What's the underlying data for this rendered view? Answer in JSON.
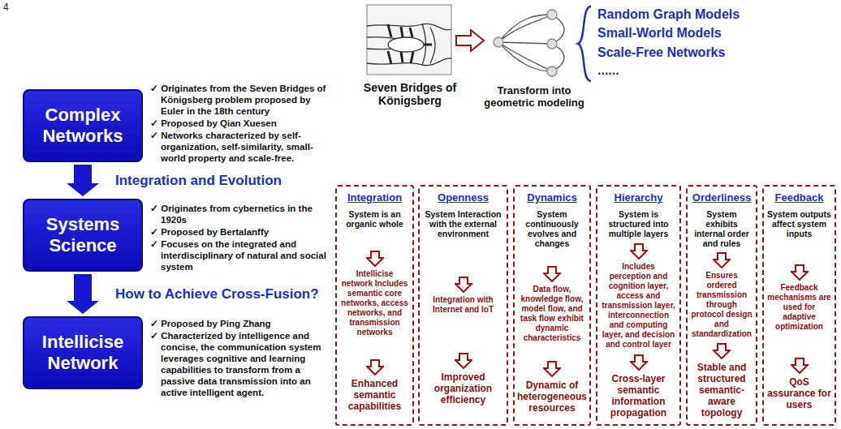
{
  "diagram": {
    "nodes": [
      {
        "text": [
          "Complex Networks"
        ]
      },
      {
        "text": [
          "Systems Science"
        ]
      },
      {
        "text": [
          "Intellicise Network"
        ]
      },
      {
        "text": [
          "Integration",
          "System is an organic whole",
          "Intellicise network Includes semantic core networks, access networks, and transmission networks",
          "Enhanced semantic capabilities"
        ]
      },
      {
        "text": [
          "Openness",
          "System Interaction with the external environment",
          "Integration with Internet and IoT",
          "Improved organization efficiency"
        ]
      },
      {
        "text": [
          "Dynamics",
          "System continuously evolves and changes",
          "Data flow, knowledge flow, model flow, and task flow exhibit dynamic characteristics",
          "Dynamic of heterogeneous resources"
        ]
      },
      {
        "text": [
          "Hierarchy",
          "System is structured into multiple layers",
          "Includes perception and cognition layer, access and transmission layer, interconnection and computing layer, and decision and control layer",
          "Cross-layer semantic information propagation"
        ]
      },
      {
        "text": [
          "Orderliness",
          "System exhibits internal order and rules",
          "Ensures ordered transmission through protocol design and standardization",
          "Stable and structured semantic-aware topology"
        ]
      },
      {
        "text": [
          "Feedback",
          "System outputs affect system inputs",
          "Feedback mechanisms are used for adaptive optimization",
          "QoS assurance for users"
        ]
      }
    ],
    "edges": [
      {
        "from": 0,
        "to": 1,
        "arrow": "to",
        "label": "Integration and Evolution"
      },
      {
        "from": 1,
        "to": 2,
        "arrow": "to",
        "label": "How to Achieve Cross-Fusion?"
      }
    ],
    "labels": [
      "4",
      "✓ Originates from the Seven Bridges of Königsberg problem proposed by Euler in the 18th century",
      "✓ Proposed by Qian Xuesen",
      "✓ Networks characterized by self-organization, self-similarity, small-world property and scale-free.",
      "✓ Originates from cybernetics in the 1920s",
      "✓ Proposed by Bertalanffy",
      "✓ Focuses on the integrated and interdisciplinary of natural and social system",
      "✓ Proposed by Ping Zhang",
      "✓ Characterized by intelligence and concise, the communication system leverages cognitive and learning capabilities to transform from a passive data transmission into an active intelligent agent.",
      "Seven Bridges of Königsberg",
      "Transform into geometric modeling",
      "Random Graph Models",
      "Small-World Models",
      "Scale-Free Networks",
      "......"
    ]
  }
}
